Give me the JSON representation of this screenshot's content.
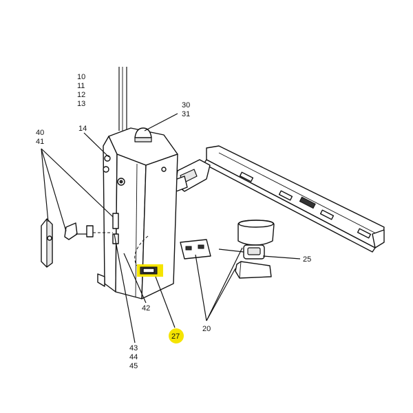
{
  "diagram": {
    "highlight_color": "#f5e400",
    "labels": {
      "l10": "10",
      "l11": "11",
      "l12": "12",
      "l13": "13",
      "l14": "14",
      "l30": "30",
      "l31": "31",
      "l40": "40",
      "l41": "41",
      "l42": "42",
      "l27": "27",
      "l25": "25",
      "l20": "20",
      "l43": "43",
      "l44": "44",
      "l45": "45"
    }
  }
}
